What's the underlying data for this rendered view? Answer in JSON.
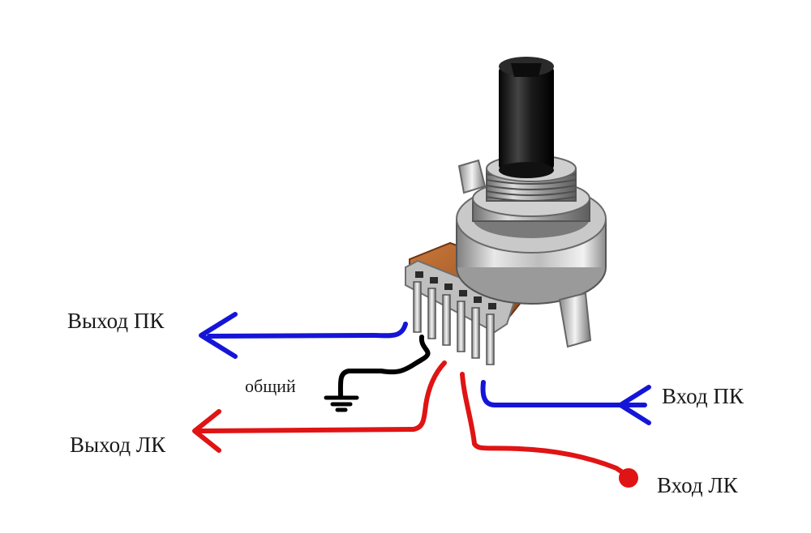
{
  "labels": {
    "out_right": "Выход ПК",
    "common": "общий",
    "out_left": "Выход ЛК",
    "in_right": "Вход ПК",
    "in_left": "Вход ЛК"
  },
  "colors": {
    "right_channel": "#1515d8",
    "left_channel": "#e01414",
    "ground": "#000000",
    "metal_light": "#d9d9d9",
    "metal_dark": "#8a8a8a",
    "board": "#b5632a",
    "shaft": "#1b1b1b"
  },
  "icons": {
    "component": "dual-potentiometer",
    "ground": "ground-symbol-icon"
  }
}
